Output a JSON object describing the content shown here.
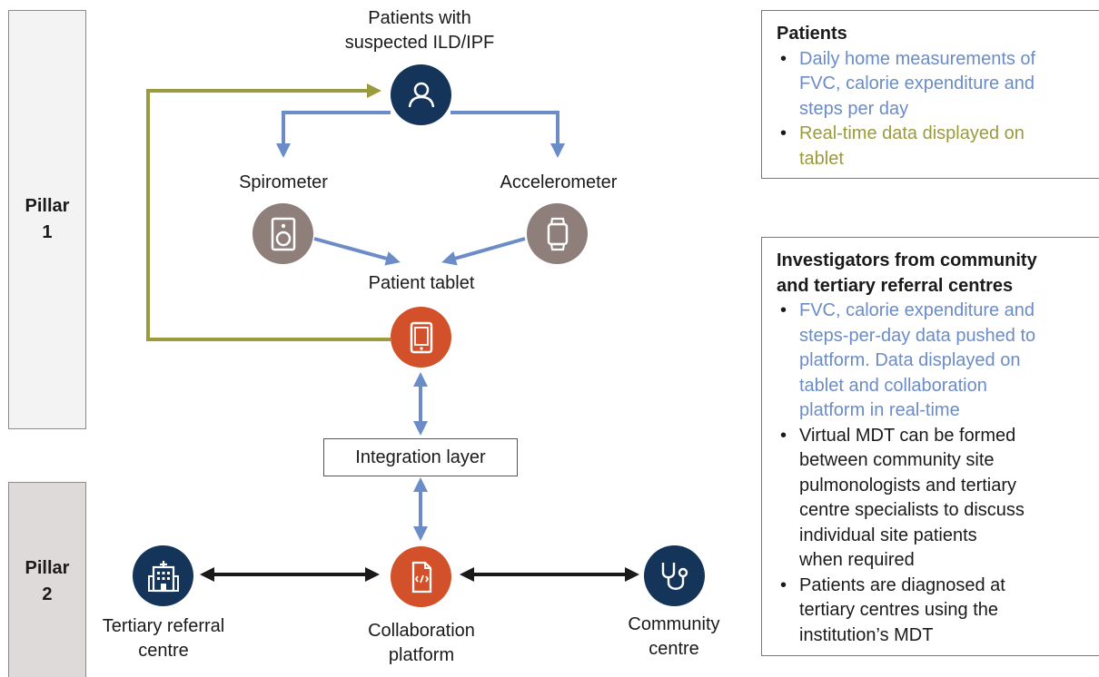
{
  "pillars": [
    {
      "line1": "Pillar",
      "line2": "1"
    },
    {
      "line1": "Pillar",
      "line2": "2"
    }
  ],
  "nodes": {
    "patients": {
      "line1": "Patients with",
      "line2": "suspected ILD/IPF",
      "icon": "user-icon"
    },
    "spirometer": {
      "label": "Spirometer",
      "icon": "speaker-device-icon"
    },
    "accelerometer": {
      "label": "Accelerometer",
      "icon": "smartwatch-icon"
    },
    "tablet": {
      "label": "Patient tablet",
      "icon": "tablet-icon"
    },
    "integration": {
      "label": "Integration layer"
    },
    "collaboration": {
      "line1": "Collaboration",
      "line2": "platform",
      "icon": "document-code-icon"
    },
    "tertiary": {
      "line1": "Tertiary referral",
      "line2": "centre",
      "icon": "hospital-icon"
    },
    "community": {
      "line1": "Community",
      "line2": "centre",
      "icon": "stethoscope-icon"
    }
  },
  "panels": {
    "patients": {
      "title": "Patients",
      "items": [
        {
          "lines": [
            "Daily home measurements of",
            "FVC, calorie expenditure and",
            "steps per day"
          ],
          "color": "#6b8cc6"
        },
        {
          "lines": [
            "Real-time data displayed on",
            "tablet"
          ],
          "color": "#9b9a3c"
        }
      ]
    },
    "investigators": {
      "title_lines": [
        "Investigators from community",
        "and tertiary referral centres"
      ],
      "items": [
        {
          "lines": [
            "FVC, calorie expenditure and",
            "steps-per-day data pushed to",
            "platform. Data displayed on",
            "tablet and collaboration",
            "platform in real-time"
          ],
          "color": "#6b8cc6"
        },
        {
          "lines": [
            "Virtual MDT can be formed",
            "between community site",
            "pulmonologists and tertiary",
            "centre specialists to discuss",
            "individual site patients",
            "when required"
          ],
          "color": "#1a1a1a"
        },
        {
          "lines": [
            "Patients are diagnosed at",
            "tertiary centres using the",
            "institution’s MDT"
          ],
          "color": "#1a1a1a"
        }
      ]
    }
  },
  "colors": {
    "navy": "#15345a",
    "orange": "#d2512a",
    "grey_device": "#8e7f7b",
    "arrow_blue": "#6b8cc6",
    "arrow_olive": "#9b9a3c",
    "arrow_black": "#1a1a1a"
  }
}
